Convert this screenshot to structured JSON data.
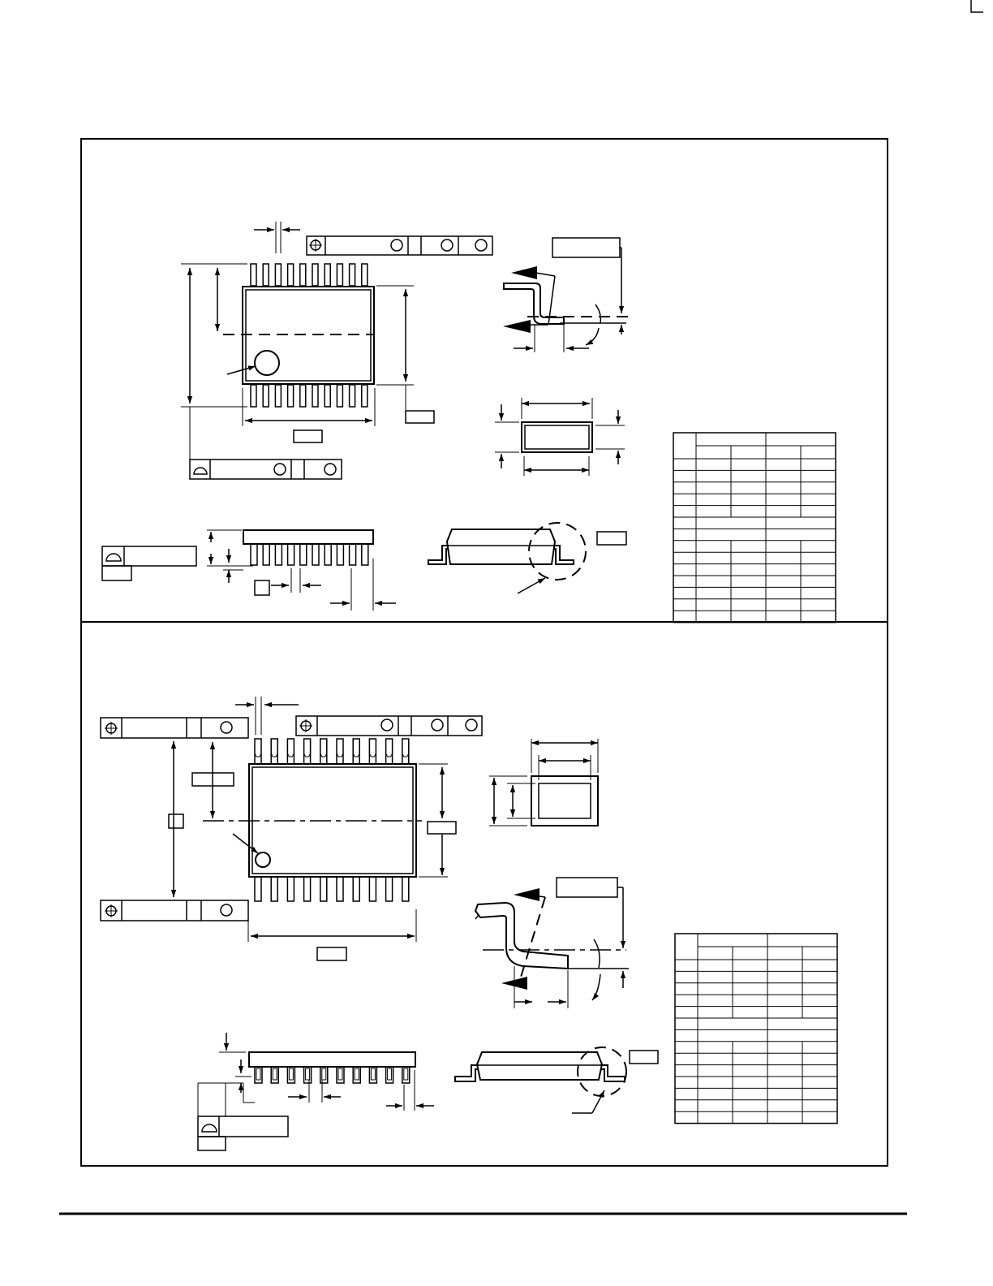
{
  "document": {
    "kind": "package outline drawings",
    "text_content": []
  },
  "panels": [
    {
      "name": "upper-package-outline",
      "lead_count_per_side": 10,
      "dimension_table_rows": 14
    },
    {
      "name": "lower-package-outline",
      "lead_count_per_side": 10,
      "dimension_table_rows": 14
    }
  ]
}
